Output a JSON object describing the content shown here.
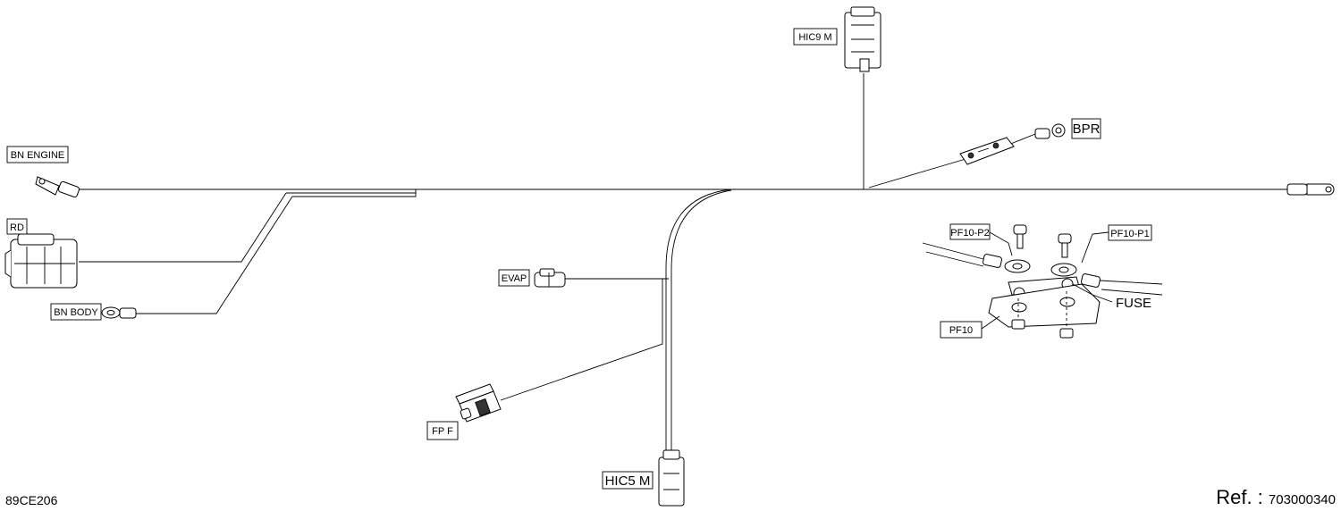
{
  "labels": {
    "hic9_m": "HIC9  M",
    "bpr": "BPR",
    "bn_engine": "BN  ENGINE",
    "rd": "RD",
    "bn_body": "BN  BODY",
    "evap": "EVAP",
    "pf10_p2": "PF10-P2",
    "pf10_p1": "PF10-P1",
    "fuse": "FUSE",
    "pf10": "PF10",
    "fp_f": "FP  F",
    "hic5_m": "HIC5  M"
  },
  "footer": {
    "code": "89CE206",
    "ref_label": "Ref. :",
    "ref_number": "703000340"
  }
}
